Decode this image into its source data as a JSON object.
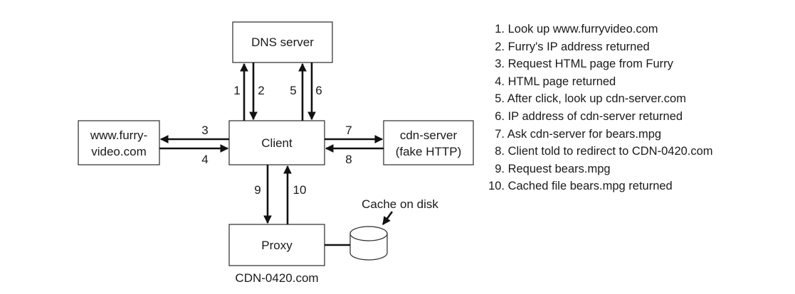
{
  "nodes": {
    "dns": [
      "DNS server"
    ],
    "client": [
      "Client"
    ],
    "furry": [
      "www.furry-",
      "video.com"
    ],
    "cdn_server": [
      "cdn-server",
      "(fake HTTP)"
    ],
    "proxy": [
      "Proxy"
    ],
    "proxy_caption": "CDN-0420.com",
    "cache_caption": "Cache on disk"
  },
  "arrow_labels": {
    "a1": "1",
    "a2": "2",
    "a3": "3",
    "a4": "4",
    "a5": "5",
    "a6": "6",
    "a7": "7",
    "a8": "8",
    "a9": "9",
    "a10": "10"
  },
  "steps": [
    {
      "num": "1.",
      "text": "Look up www.furryvideo.com"
    },
    {
      "num": "2.",
      "text": "Furry's IP address returned"
    },
    {
      "num": "3.",
      "text": "Request HTML page from Furry"
    },
    {
      "num": "4.",
      "text": "HTML page returned"
    },
    {
      "num": "5.",
      "text": "After click, look up cdn-server.com"
    },
    {
      "num": "6.",
      "text": "IP address of cdn-server returned"
    },
    {
      "num": "7.",
      "text": "Ask cdn-server for bears.mpg"
    },
    {
      "num": "8.",
      "text": "Client told to redirect to CDN-0420.com"
    },
    {
      "num": "9.",
      "text": "Request bears.mpg"
    },
    {
      "num": "10.",
      "text": "Cached file bears.mpg returned"
    }
  ]
}
